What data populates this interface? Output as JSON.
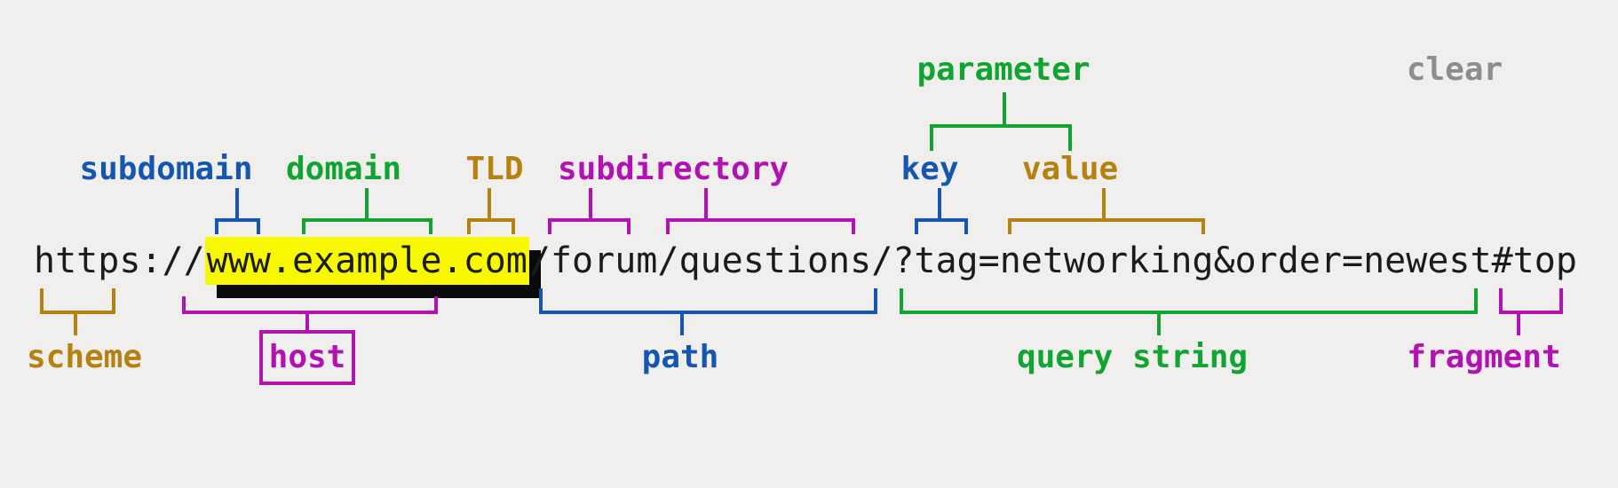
{
  "toolbar": {
    "clear_label": "clear"
  },
  "url": {
    "full": "https://www.example.com/forum/questions/?tag=networking&order=newest#top",
    "prefix": "https://",
    "highlighted_host": "www.example.com",
    "remainder": "/forum/questions/?tag=networking&order=newest#top"
  },
  "labels": {
    "parameter": "parameter",
    "subdomain": "subdomain",
    "domain": "domain",
    "tld": "TLD",
    "subdirectory": "subdirectory",
    "key": "key",
    "value": "value",
    "scheme": "scheme",
    "host": "host",
    "path": "path",
    "query_string": "query string",
    "fragment": "fragment"
  },
  "url_parts": {
    "scheme": "https",
    "subdomain": "www",
    "domain": "example",
    "tld": "com",
    "host": "www.example.com",
    "subdirectories": [
      "forum",
      "questions"
    ],
    "path": "/forum/questions/",
    "query_string": "?tag=networking&order=newest",
    "parameter": {
      "key": "tag",
      "value": "networking"
    },
    "fragment": "top"
  },
  "colors": {
    "blue": "#1557b0",
    "green": "#10a431",
    "gold": "#b5820f",
    "magenta": "#b312b3",
    "gray": "#8d8d8d",
    "yellow": "#f8f800",
    "text": "#1b1b1b",
    "background": "#f0efee",
    "shadow": "#0a0a0a"
  }
}
